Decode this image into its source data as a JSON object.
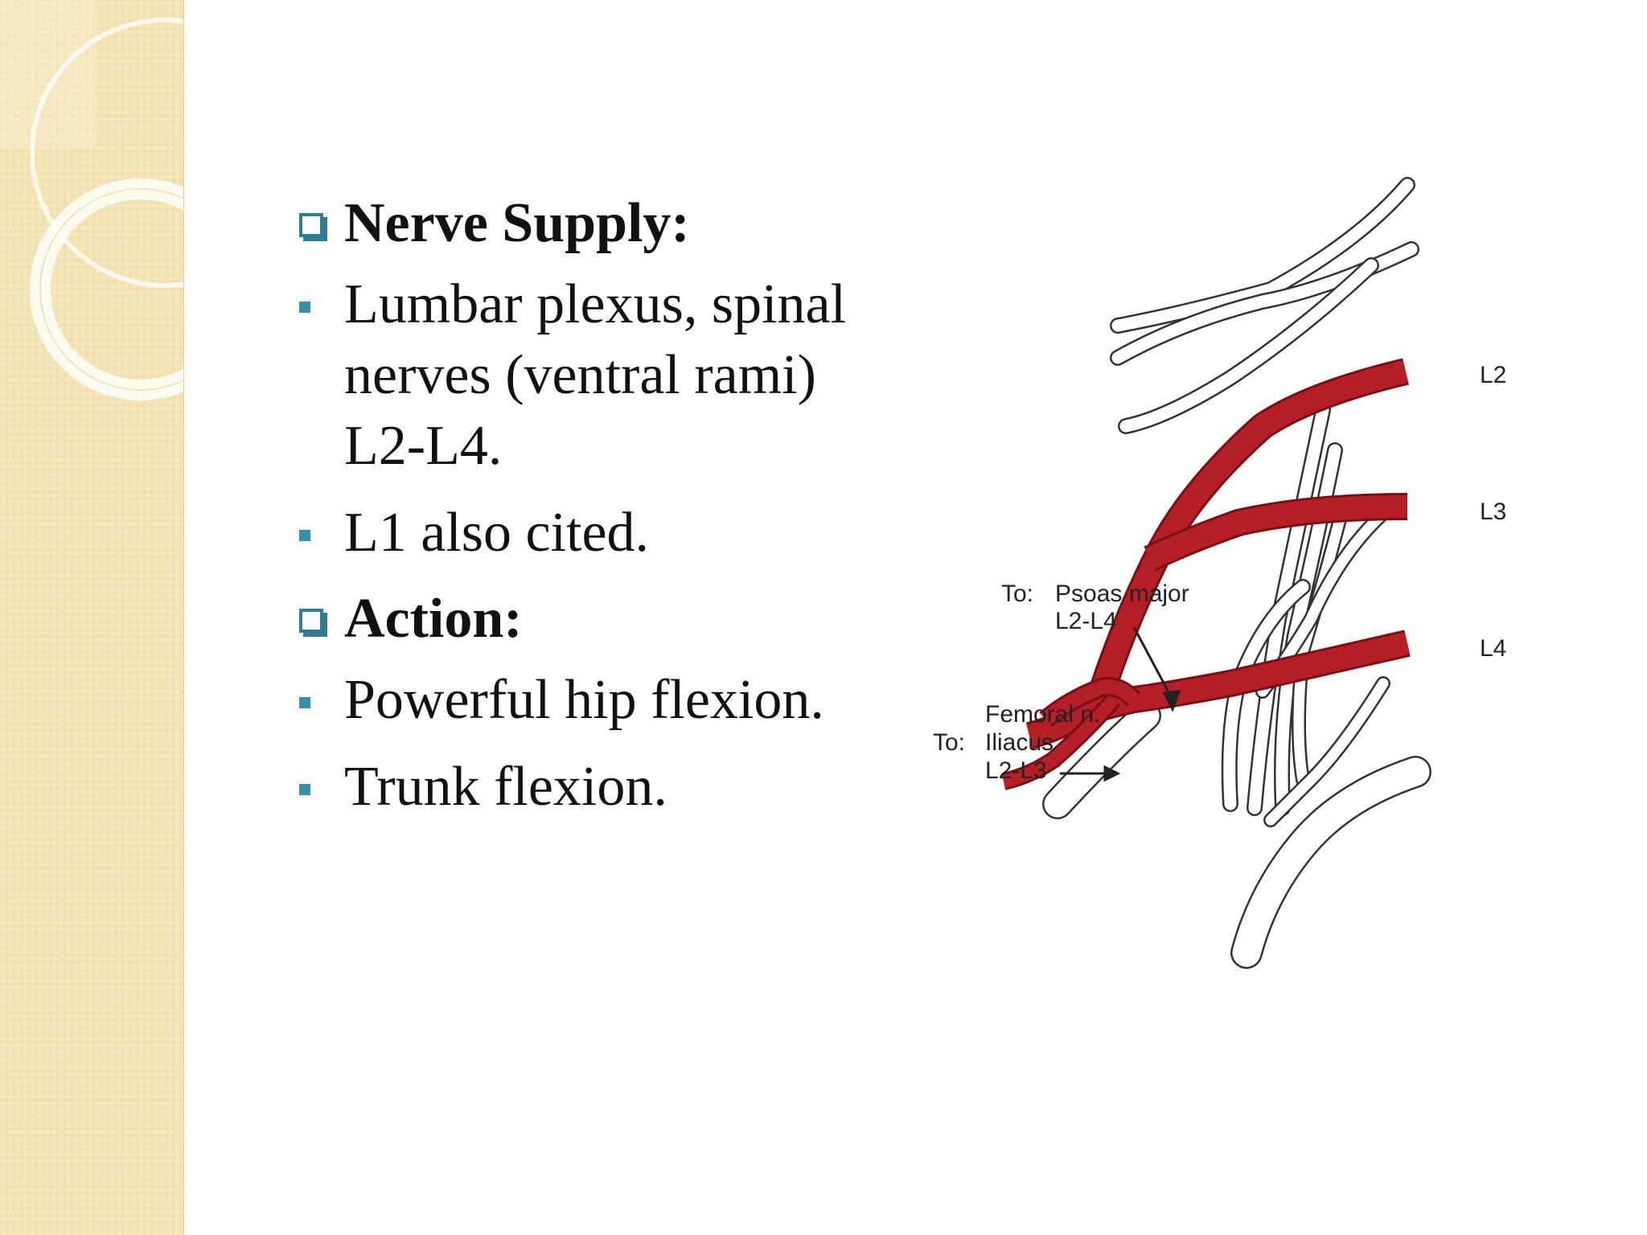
{
  "slide": {
    "sections": [
      {
        "heading": "Nerve Supply:",
        "bullets": [
          "Lumbar plexus, spinal nerves (ventral rami) L2-L4.",
          "L1 also cited."
        ]
      },
      {
        "heading": "Action:",
        "bullets": [
          "Powerful hip flexion.",
          "Trunk flexion."
        ]
      }
    ]
  },
  "figure": {
    "labels": {
      "l2": "L2",
      "l3": "L3",
      "l4": "L4",
      "psoas_to": "To:",
      "psoas_name": "Psoas major",
      "psoas_levels": "L2-L4",
      "femoral": "Femoral n.",
      "iliacus_to": "To:",
      "iliacus_name": "Iliacus",
      "iliacus_levels": "L2-L3"
    },
    "colors": {
      "nerve_highlight": "#b41e26",
      "nerve_outline": "#333333"
    }
  },
  "theme": {
    "accent": "#2e7d95",
    "side_band": "#f4e3b4"
  }
}
